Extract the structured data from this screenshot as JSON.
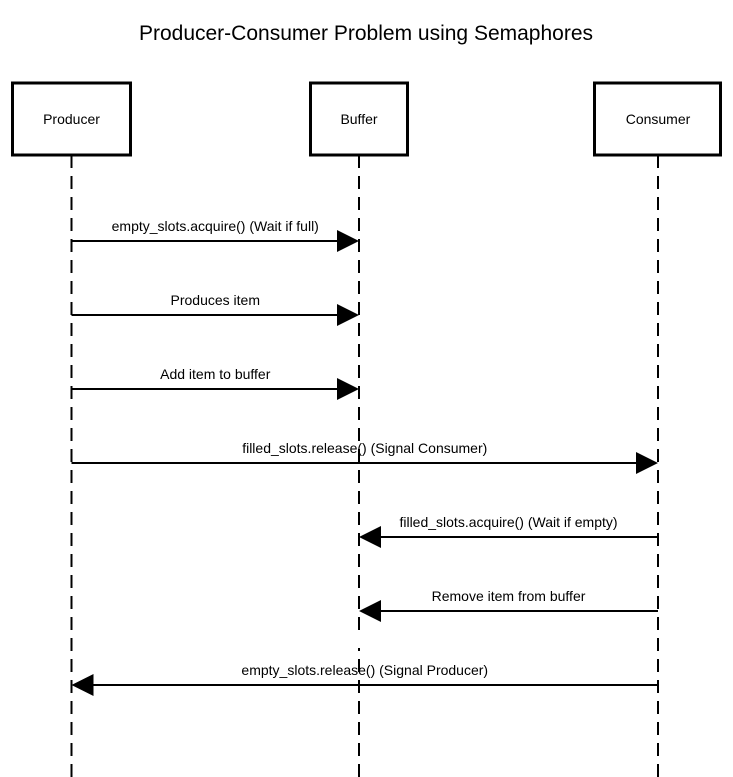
{
  "title": "Producer-Consumer Problem using Semaphores",
  "actors": [
    {
      "id": "producer",
      "label": "Producer"
    },
    {
      "id": "buffer",
      "label": "Buffer"
    },
    {
      "id": "consumer",
      "label": "Consumer"
    }
  ],
  "messages": [
    {
      "from": "producer",
      "to": "buffer",
      "label": "empty_slots.acquire() (Wait if full)"
    },
    {
      "from": "producer",
      "to": "buffer",
      "label": "Produces item"
    },
    {
      "from": "producer",
      "to": "buffer",
      "label": "Add item to buffer"
    },
    {
      "from": "producer",
      "to": "consumer",
      "label": "filled_slots.release() (Signal Consumer)"
    },
    {
      "from": "consumer",
      "to": "buffer",
      "label": "filled_slots.acquire() (Wait if empty)"
    },
    {
      "from": "consumer",
      "to": "buffer",
      "label": "Remove item from buffer"
    },
    {
      "from": "consumer",
      "to": "producer",
      "label": "empty_slots.release() (Signal Producer)"
    }
  ]
}
